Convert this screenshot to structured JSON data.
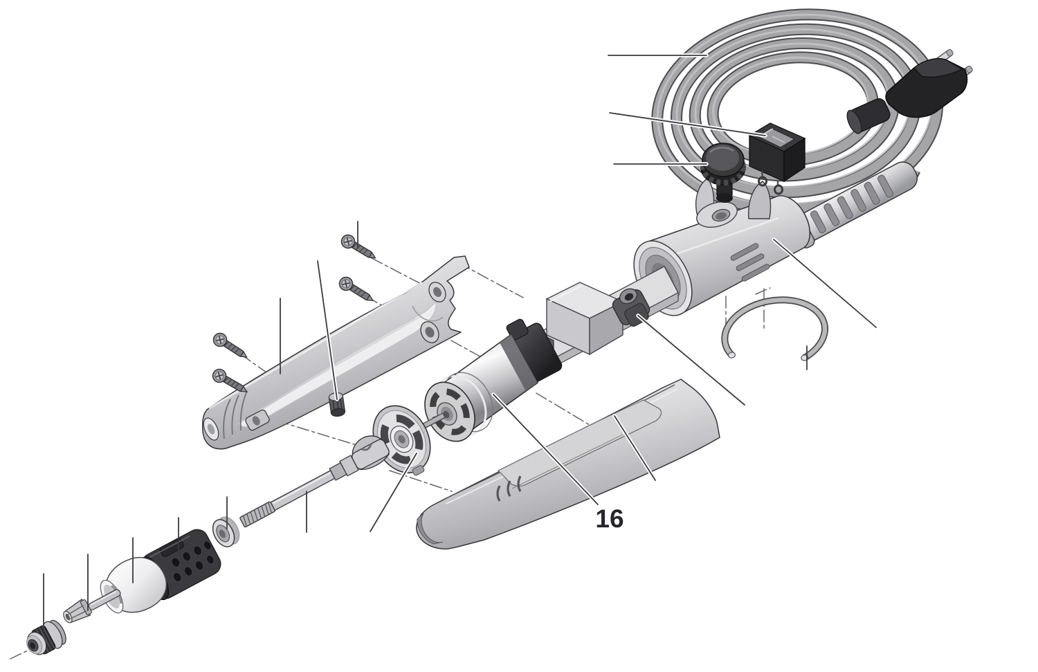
{
  "figure": {
    "kind": "exploded-parts-diagram",
    "subject": "rotary-tool",
    "background": "#ffffff",
    "line_color": "#35353a",
    "leader_color": "#3a3a3e",
    "part_label": "16"
  },
  "palette": {
    "cable": "#a5a5a8",
    "cable_outline": "#4c4c4f",
    "dark_part": "#2a2a2d",
    "metal_light": "#f3f3f5",
    "metal_mid": "#c8c8cb",
    "metal_dark": "#8e8e92",
    "white_part": "#fbfbfc"
  },
  "parts": [
    {
      "id": "power-cord-coil",
      "name": "coiled power cord"
    },
    {
      "id": "power-plug",
      "name": "mains plug"
    },
    {
      "id": "cord-grip",
      "name": "cord strain relief"
    },
    {
      "id": "on-off-switch",
      "name": "on-off switch"
    },
    {
      "id": "speed-dial",
      "name": "speed control dial"
    },
    {
      "id": "rear-housing",
      "name": "rear motor housing"
    },
    {
      "id": "chassis-rail",
      "name": "chassis rail"
    },
    {
      "id": "controller-module",
      "name": "controller module"
    },
    {
      "id": "pivot-block",
      "name": "pivot block"
    },
    {
      "id": "hanger-clip",
      "name": "wire hanger clip"
    },
    {
      "id": "motor",
      "name": "motor armature",
      "label": "16"
    },
    {
      "id": "upper-housing-shell",
      "name": "upper housing shell"
    },
    {
      "id": "housing-screw",
      "name": "housing screw",
      "count": 4
    },
    {
      "id": "retainer-nut",
      "name": "small retainer nut"
    },
    {
      "id": "lower-housing-shell",
      "name": "lower housing shell"
    },
    {
      "id": "spindle-shaft",
      "name": "spindle shaft"
    },
    {
      "id": "bearing-flange",
      "name": "bearing flange disc"
    },
    {
      "id": "front-bearing",
      "name": "ball bearing"
    },
    {
      "id": "vent-cap",
      "name": "coupling cap"
    },
    {
      "id": "nose-cone",
      "name": "nose cone"
    },
    {
      "id": "collet",
      "name": "collet"
    },
    {
      "id": "collet-nut",
      "name": "collet nut"
    }
  ]
}
